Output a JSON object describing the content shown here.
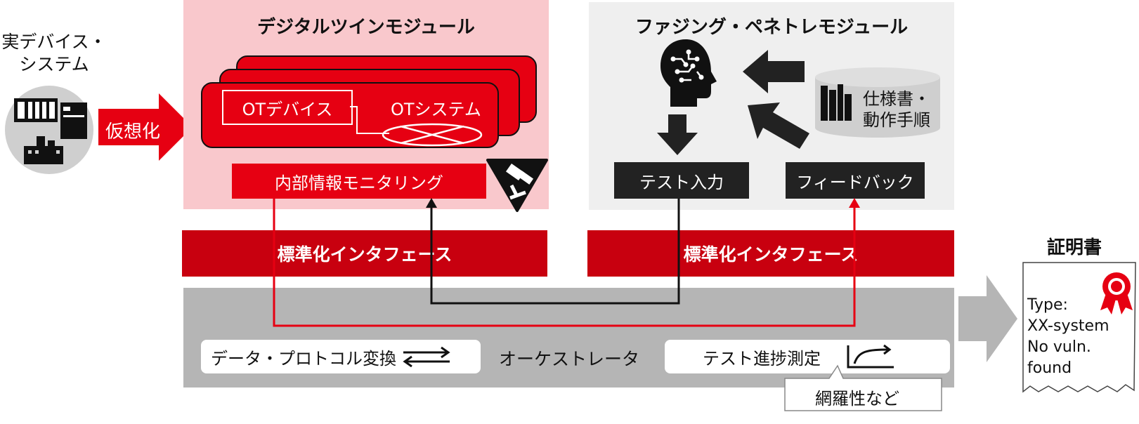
{
  "left": {
    "label": "実デバイス・\nシステム",
    "convert_label": "仮想化"
  },
  "digital_twin": {
    "title": "デジタルツインモジュール",
    "device_label": "OTデバイス",
    "system_label": "OTシステム",
    "monitoring_label": "内部情報モニタリング",
    "interface_label": "標準化インタフェース"
  },
  "fuzzing": {
    "title": "ファジング・ペネトレモジュール",
    "test_input_label": "テスト入力",
    "feedback_label": "フィードバック",
    "spec_label": "仕様書・\n動作手順",
    "interface_label": "標準化インタフェース"
  },
  "orchestrator": {
    "label": "オーケストレータ",
    "protocol_label": "データ・プロトコル変換",
    "progress_label": "テスト進捗測定",
    "callout_label": "網羅性など"
  },
  "certificate": {
    "title": "証明書",
    "text": "Type:\nXX-system\nNo vuln.\nfound"
  },
  "colors": {
    "red": "#e60012",
    "dark_red": "#c8000f",
    "pink": "#f9c8cc",
    "gray_panel": "#efefef",
    "orchestrator_gray": "#b5b5b5",
    "black": "#222222"
  }
}
